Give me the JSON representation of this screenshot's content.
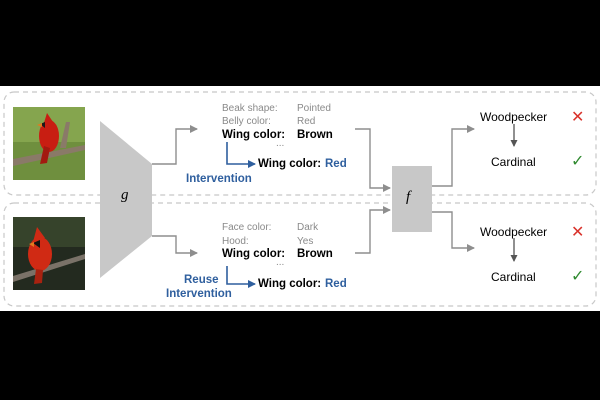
{
  "models": {
    "concept_encoder": "g",
    "label_predictor": "f"
  },
  "top_example": {
    "concepts": [
      {
        "name": "Beak shape:",
        "value": "Pointed"
      },
      {
        "name": "Belly color:",
        "value": "Red"
      }
    ],
    "ellipsis": "...",
    "highlighted_concept": {
      "name": "Wing color:",
      "value": "Brown"
    },
    "intervention_label": "Intervention",
    "intervened_concept": {
      "name": "Wing color:",
      "value": "Red"
    },
    "prediction_before": "Woodpecker",
    "prediction_after": "Cardinal",
    "wrong_mark": "✕",
    "right_mark": "✓"
  },
  "bottom_example": {
    "concepts": [
      {
        "name": "Face color:",
        "value": "Dark"
      },
      {
        "name": "Hood:",
        "value": "Yes"
      }
    ],
    "ellipsis": "...",
    "highlighted_concept": {
      "name": "Wing color:",
      "value": "Brown"
    },
    "intervention_label_line1": "Reuse",
    "intervention_label_line2": "Intervention",
    "intervened_concept": {
      "name": "Wing color:",
      "value": "Red"
    },
    "prediction_before": "Woodpecker",
    "prediction_after": "Cardinal",
    "wrong_mark": "✕",
    "right_mark": "✓"
  },
  "colors": {
    "intervention_blue": "#2f5f9e",
    "wrong_red": "#d9322b",
    "right_green": "#2f8a2f",
    "arrow_gray": "#8e8e8e",
    "block_gray": "#c8c8c8",
    "cardinal_red": "#c81e12"
  }
}
